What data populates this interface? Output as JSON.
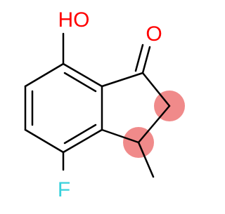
{
  "molecule": {
    "atoms": [
      {
        "id": "O1",
        "label": "O",
        "color": "#ff0000"
      },
      {
        "id": "HO",
        "label": "HO",
        "color": "#ff0000"
      },
      {
        "id": "F",
        "label": "F",
        "color": "#38d1dc"
      }
    ],
    "highlight_color": "#f08a8a",
    "bond_color": "#000000"
  }
}
